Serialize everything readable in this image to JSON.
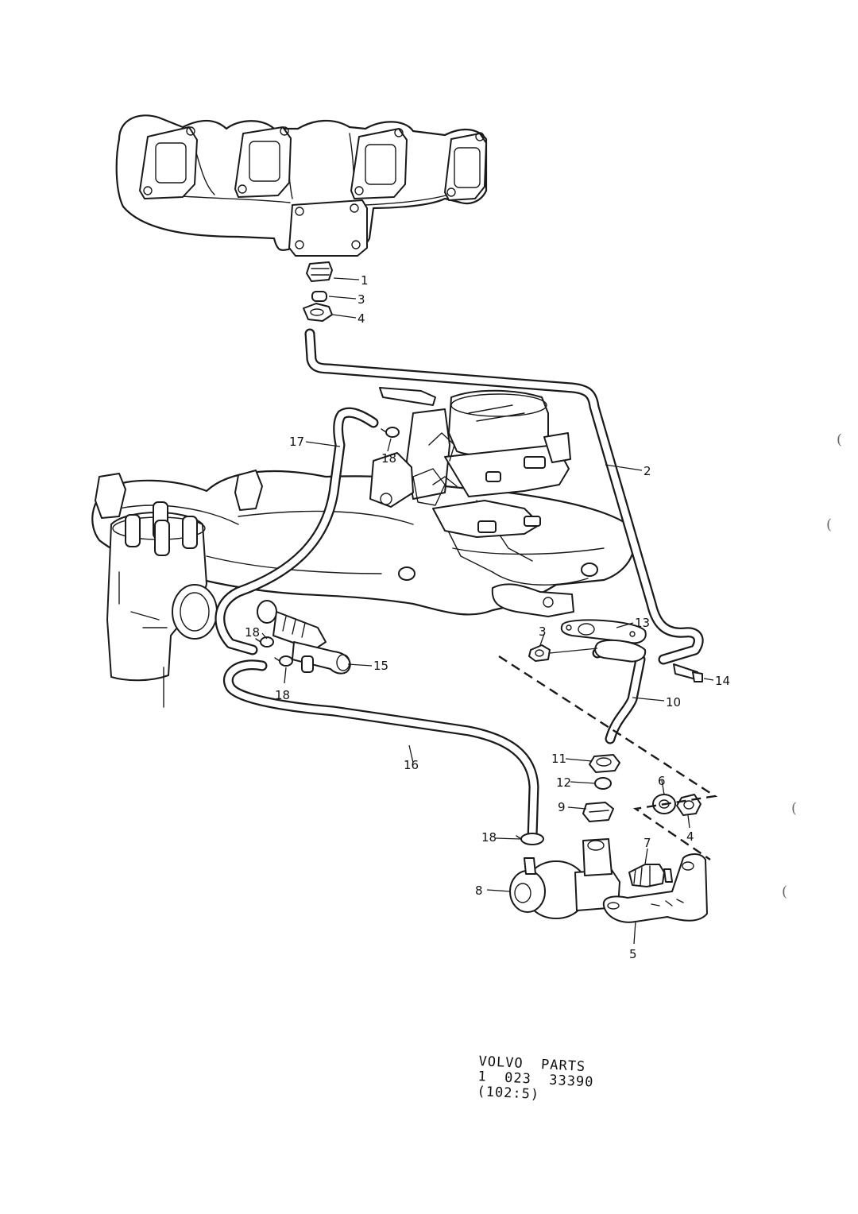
{
  "reference": {
    "brand": "VOLVO  PARTS",
    "part_number": "1  023  33390",
    "section": "(102:5)"
  },
  "callouts": [
    "1",
    "3",
    "4",
    "2",
    "17",
    "18",
    "13",
    "3",
    "14",
    "10",
    "18",
    "15",
    "18",
    "16",
    "11",
    "12",
    "6",
    "9",
    "4",
    "18",
    "7",
    "8",
    "5"
  ],
  "edge_marks": [
    "(",
    "(",
    "(",
    "("
  ]
}
